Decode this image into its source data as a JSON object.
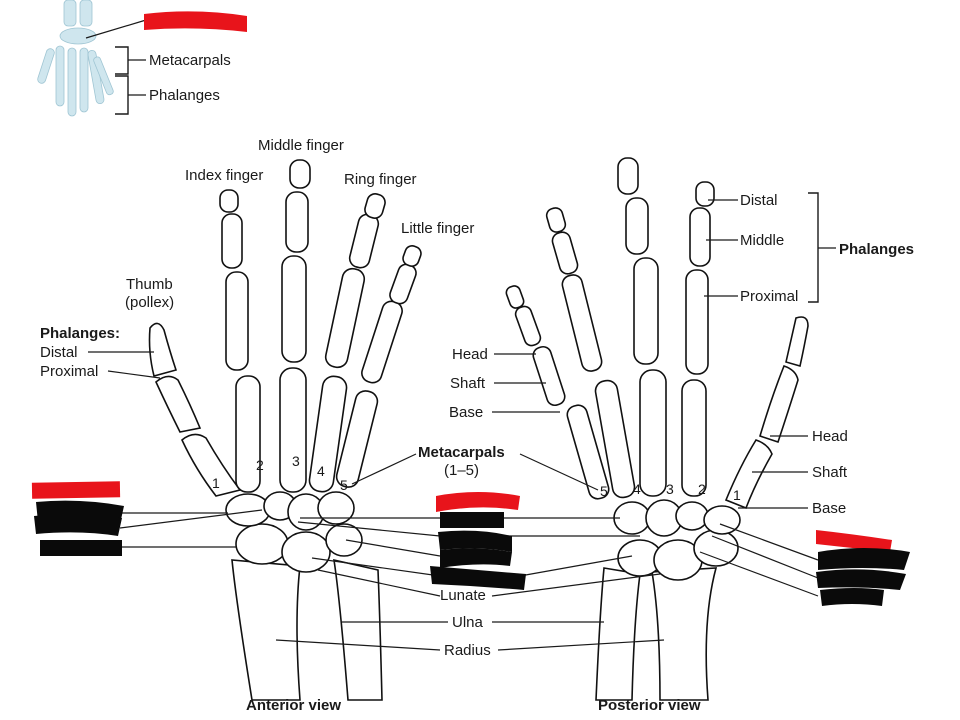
{
  "thumbnail": {
    "metacarpals_label": "Metacarpals",
    "phalanges_label": "Phalanges"
  },
  "anterior": {
    "view_label": "Anterior view",
    "index_finger": "Index finger",
    "middle_finger": "Middle finger",
    "ring_finger": "Ring finger",
    "little_finger": "Little finger",
    "thumb": "Thumb",
    "pollex": "(pollex)",
    "phalanges_heading": "Phalanges:",
    "distal": "Distal",
    "proximal": "Proximal",
    "numbers": [
      "1",
      "2",
      "3",
      "4",
      "5"
    ]
  },
  "center": {
    "metacarpals": "Metacarpals",
    "range": "(1–5)",
    "lunate": "Lunate",
    "ulna": "Ulna",
    "radius": "Radius"
  },
  "posterior": {
    "view_label": "Posterior view",
    "distal": "Distal",
    "middle": "Middle",
    "proximal": "Proximal",
    "phalanges": "Phalanges",
    "head_left": "Head",
    "shaft_left": "Shaft",
    "base_left": "Base",
    "head_right": "Head",
    "shaft_right": "Shaft",
    "base_right": "Base",
    "numbers": [
      "5",
      "4",
      "3",
      "2",
      "1"
    ]
  },
  "redaction_colors": {
    "red": "#e8141b",
    "black": "#0a0a0a"
  }
}
